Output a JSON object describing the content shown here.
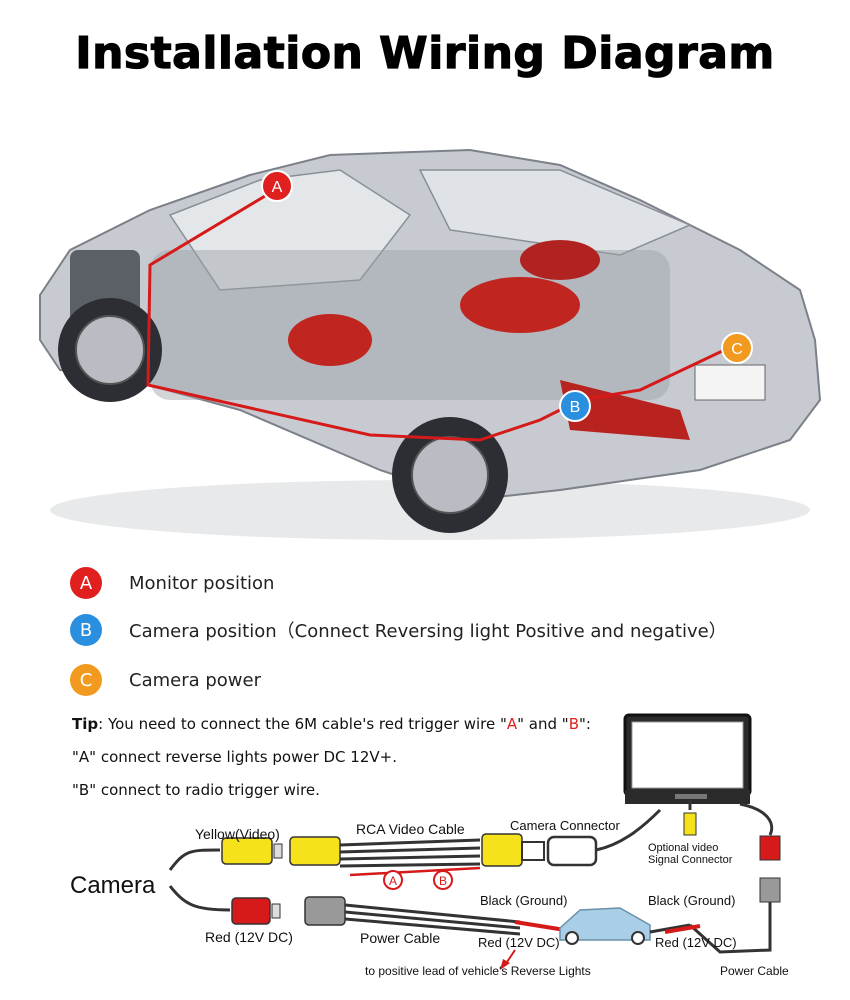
{
  "title": "Installation Wiring Diagram",
  "markers": {
    "a": "A",
    "b": "B",
    "c": "C"
  },
  "legend": [
    {
      "badge": "A",
      "text": "Monitor position",
      "color": "#e01f1f"
    },
    {
      "badge": "B",
      "text": "Camera position（Connect Reversing light Positive and negative）",
      "color": "#2b8fe0"
    },
    {
      "badge": "C",
      "text": "Camera power",
      "color": "#f29a1f"
    }
  ],
  "tip": {
    "label": "Tip",
    "line1_pre": ": You need to connect the 6M cable's red trigger wire \"",
    "a": "A",
    "mid": "\" and \"",
    "b": "B",
    "end": "\":",
    "line2": "\"A\" connect reverse lights power DC 12V+.",
    "line3": "\"B\" connect to radio trigger wire."
  },
  "wiring": {
    "camera": "Camera",
    "yellow_video": "Yellow(Video)",
    "rca_cable": "RCA Video Cable",
    "camera_connector": "Camera Connector",
    "optional_line1": "Optional video",
    "optional_line2": "Signal Connector",
    "marker_a": "A",
    "marker_b": "B",
    "red_12v": "Red (12V DC)",
    "power_cable": "Power Cable",
    "black_ground_1": "Black (Ground)",
    "red_12v_2": "Red (12V DC)",
    "black_ground_2": "Black (Ground)",
    "red_12v_3": "Red (12V DC)",
    "reverse_lights": "to positive lead of vehicle's Reverse Lights",
    "power_cable_2": "Power Cable"
  },
  "colors": {
    "marker_a": "#e01f1f",
    "marker_b": "#2b8fe0",
    "marker_c": "#f29a1f",
    "wire_red": "#d61a1a",
    "connector_yellow": "#f5e21a"
  }
}
